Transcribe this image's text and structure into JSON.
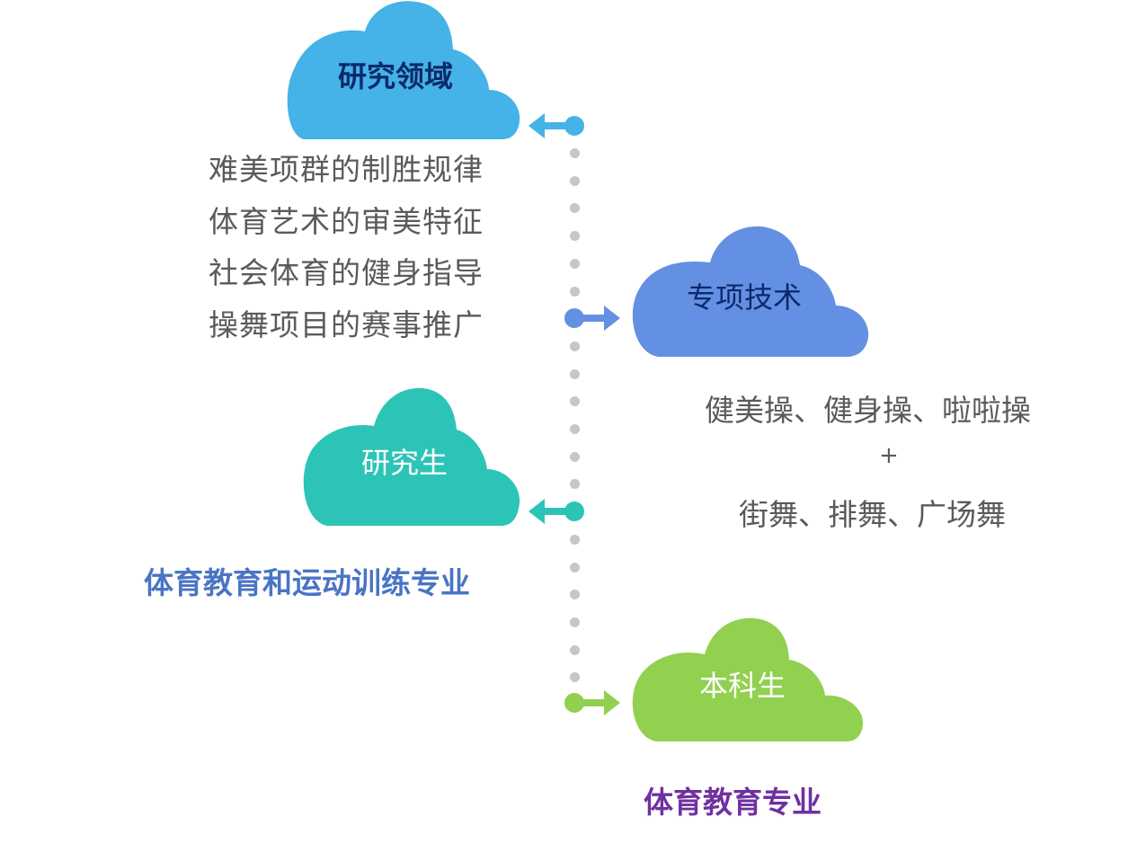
{
  "colors": {
    "research_field": "#45b2e8",
    "special_skills": "#6490e3",
    "graduate": "#2cc4b6",
    "undergraduate": "#92d050",
    "timeline_dot": "#c6c6c6",
    "dark_label": "#0b2a6b",
    "body_text": "#5a5a5a",
    "graduate_major": "#4a74c4",
    "undergraduate_major": "#7030a0"
  },
  "nodes": {
    "research_field": {
      "label": "研究领域",
      "items": [
        "难美项群的制胜规律",
        "体育艺术的审美特征",
        "社会体育的健身指导",
        "操舞项目的赛事推广"
      ]
    },
    "special_skills": {
      "label": "专项技术",
      "line1": "健美操、健身操、啦啦操",
      "plus": "+",
      "line2": "街舞、排舞、广场舞"
    },
    "graduate": {
      "label": "研究生",
      "major": "体育教育和运动训练专业"
    },
    "undergraduate": {
      "label": "本科生",
      "major": "体育教育专业"
    }
  }
}
